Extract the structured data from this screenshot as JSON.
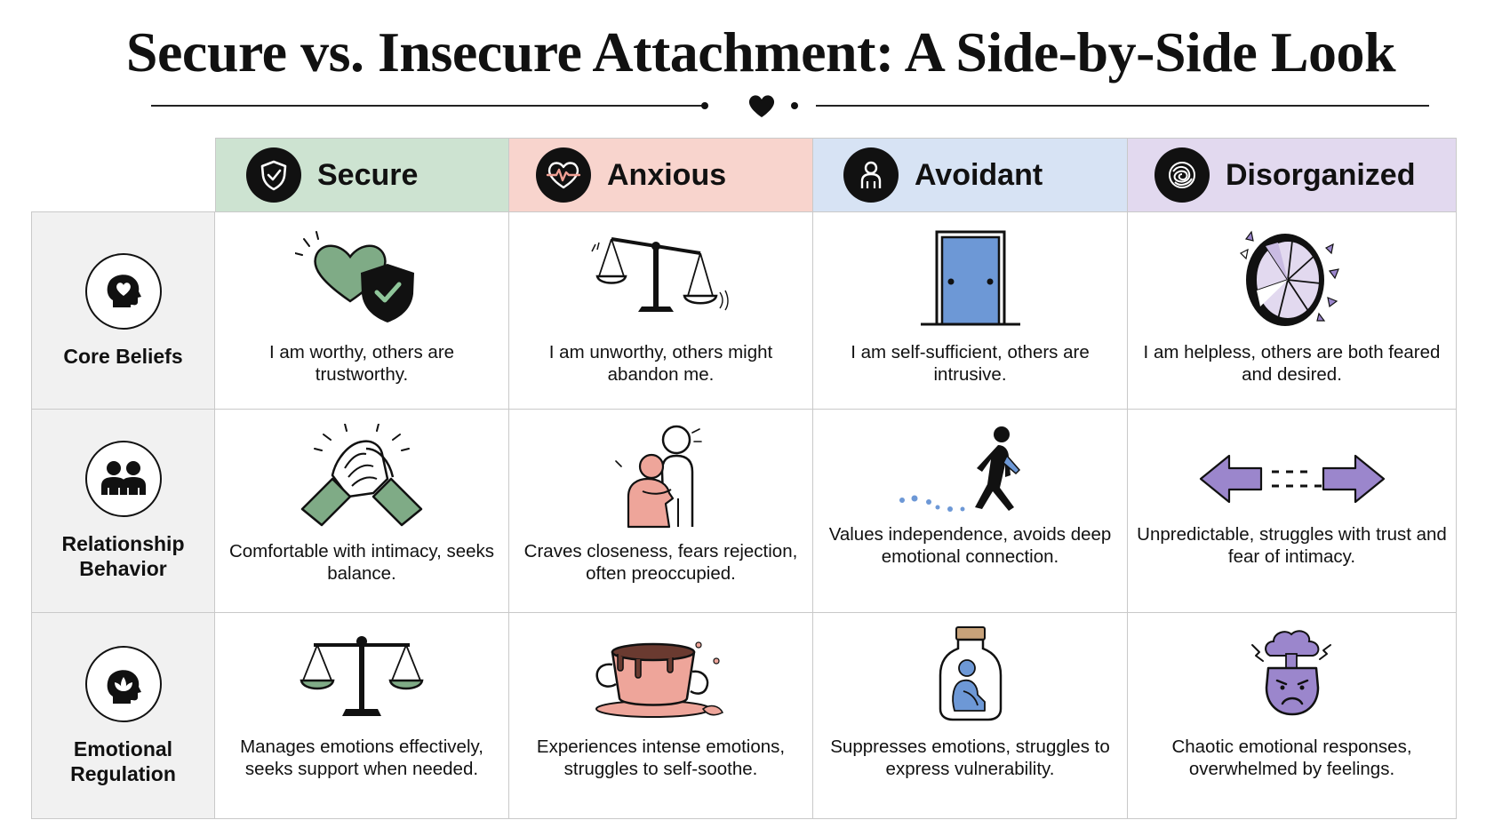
{
  "title": "Secure vs. Insecure Attachment: A Side-by-Side Look",
  "colors": {
    "secure": "#cde3d1",
    "anxious": "#f8d4cd",
    "avoidant": "#d7e3f4",
    "disorganized": "#e2d9ef",
    "secure_accent": "#7fab86",
    "anxious_accent": "#eea59a",
    "avoidant_accent": "#6d98d6",
    "disorganized_accent": "#9b86cc"
  },
  "columns": [
    {
      "label": "Secure",
      "icon": "shield-check-icon"
    },
    {
      "label": "Anxious",
      "icon": "heartbeat-icon"
    },
    {
      "label": "Avoidant",
      "icon": "person-icon"
    },
    {
      "label": "Disorganized",
      "icon": "tangle-icon"
    }
  ],
  "rows": [
    {
      "label": "Core Beliefs",
      "icon": "head-heart-icon",
      "cells": [
        {
          "text": "I am worthy, others are trustworthy.",
          "icon": "heart-shield-icon"
        },
        {
          "text": "I am unworthy, others might abandon me.",
          "icon": "tilted-scale-icon"
        },
        {
          "text": "I am self-sufficient, others are intrusive.",
          "icon": "closed-door-icon"
        },
        {
          "text": "I am helpless, others are both feared and desired.",
          "icon": "broken-mirror-icon"
        }
      ]
    },
    {
      "label": "Relationship Behavior",
      "icon": "two-people-icon",
      "cells": [
        {
          "text": "Comfortable with intimacy, seeks balance.",
          "icon": "handshake-icon"
        },
        {
          "text": "Craves closeness, fears rejection, often preoccupied.",
          "icon": "clinging-person-icon"
        },
        {
          "text": "Values independence, avoids deep emotional connection.",
          "icon": "walking-away-icon"
        },
        {
          "text": "Unpredictable, struggles with trust and fear of intimacy.",
          "icon": "opposite-arrows-icon"
        }
      ]
    },
    {
      "label": "Emotional Regulation",
      "icon": "head-lotus-icon",
      "cells": [
        {
          "text": "Manages emotions effectively, seeks support when needed.",
          "icon": "balanced-scale-icon"
        },
        {
          "text": "Experiences intense emotions, struggles to self-soothe.",
          "icon": "overflowing-cup-icon"
        },
        {
          "text": "Suppresses emotions, struggles to express vulnerability.",
          "icon": "person-in-jar-icon"
        },
        {
          "text": "Chaotic emotional responses, overwhelmed by feelings.",
          "icon": "exploding-head-icon"
        }
      ]
    }
  ]
}
